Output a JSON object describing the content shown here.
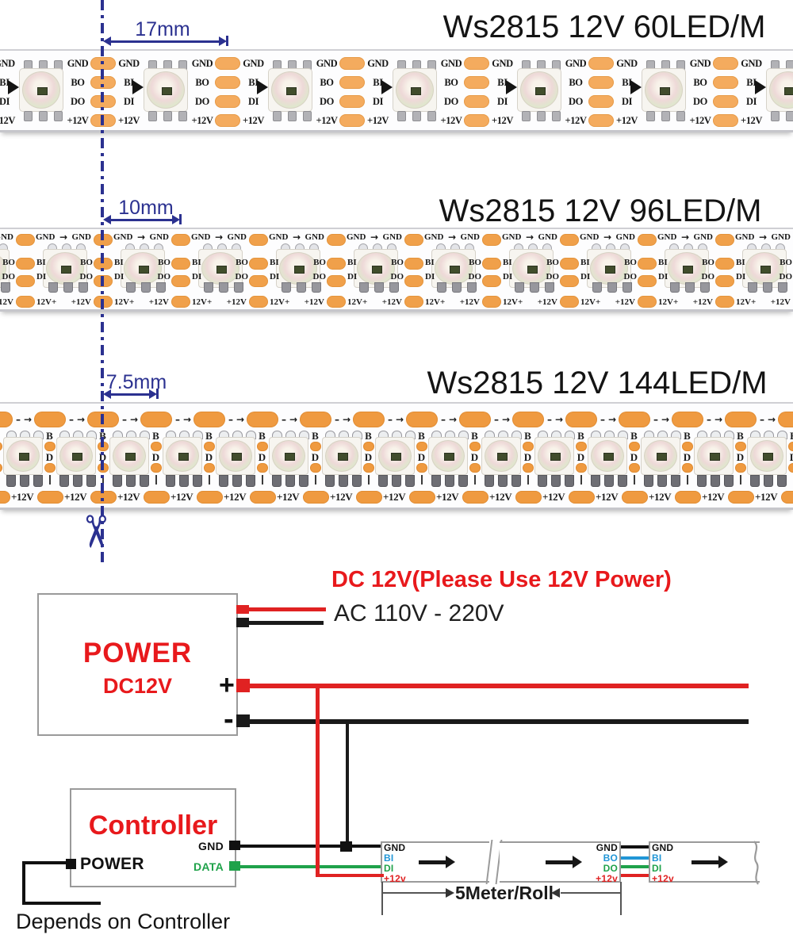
{
  "colors": {
    "navy": "#2b3190",
    "red": "#e8191c",
    "wire_red": "#e02222",
    "green": "#1fa24a",
    "blue": "#2196d6",
    "black": "#1a1a1a",
    "pad_orange_60": "#f4ab5e",
    "pad_orange_96": "#f0a04a",
    "pad_orange_144": "#ef9a40",
    "box_border": "#9a9a9a"
  },
  "strips": [
    {
      "title": "Ws2815 12V 60LED/M",
      "pitch": "17mm",
      "out_labels": [
        "GND",
        "BO",
        "DO",
        "+12V"
      ],
      "in_labels": [
        "GND",
        "BI",
        "DI",
        "+12V"
      ]
    },
    {
      "title": "Ws2815 12V 96LED/M",
      "pitch": "10mm",
      "gnd_left": "GND",
      "gnd_right": "GND",
      "arrow": "→",
      "in_labels": [
        "BI",
        "DI"
      ],
      "out_labels": [
        "BO",
        "DO"
      ],
      "v_left": "12V+",
      "v_right": "+12V"
    },
    {
      "title": "Ws2815 12V 144LED/M",
      "pitch": "7.5mm",
      "b_label": "B",
      "d_label": "D",
      "v_label": "+12V",
      "dash": "–",
      "arrow": "→"
    }
  ],
  "wiring": {
    "dc_note": "DC 12V(Please Use 12V Power)",
    "ac_label": "AC 110V - 220V",
    "power": {
      "name": "POWER",
      "sub": "DC12V",
      "plus": "+",
      "minus": "-"
    },
    "controller": {
      "name": "Controller",
      "power": "POWER",
      "gnd": "GND",
      "data": "DATA"
    },
    "depends": "Depends on Controller",
    "roll": "5Meter/Roll",
    "seg1_labels": [
      "GND",
      "BI",
      "DI",
      "+12v"
    ],
    "seg2_labels": [
      "GND",
      "BO",
      "DO",
      "+12v"
    ],
    "seg3_labels": [
      "GND",
      "BI",
      "DI",
      "+12v"
    ]
  }
}
